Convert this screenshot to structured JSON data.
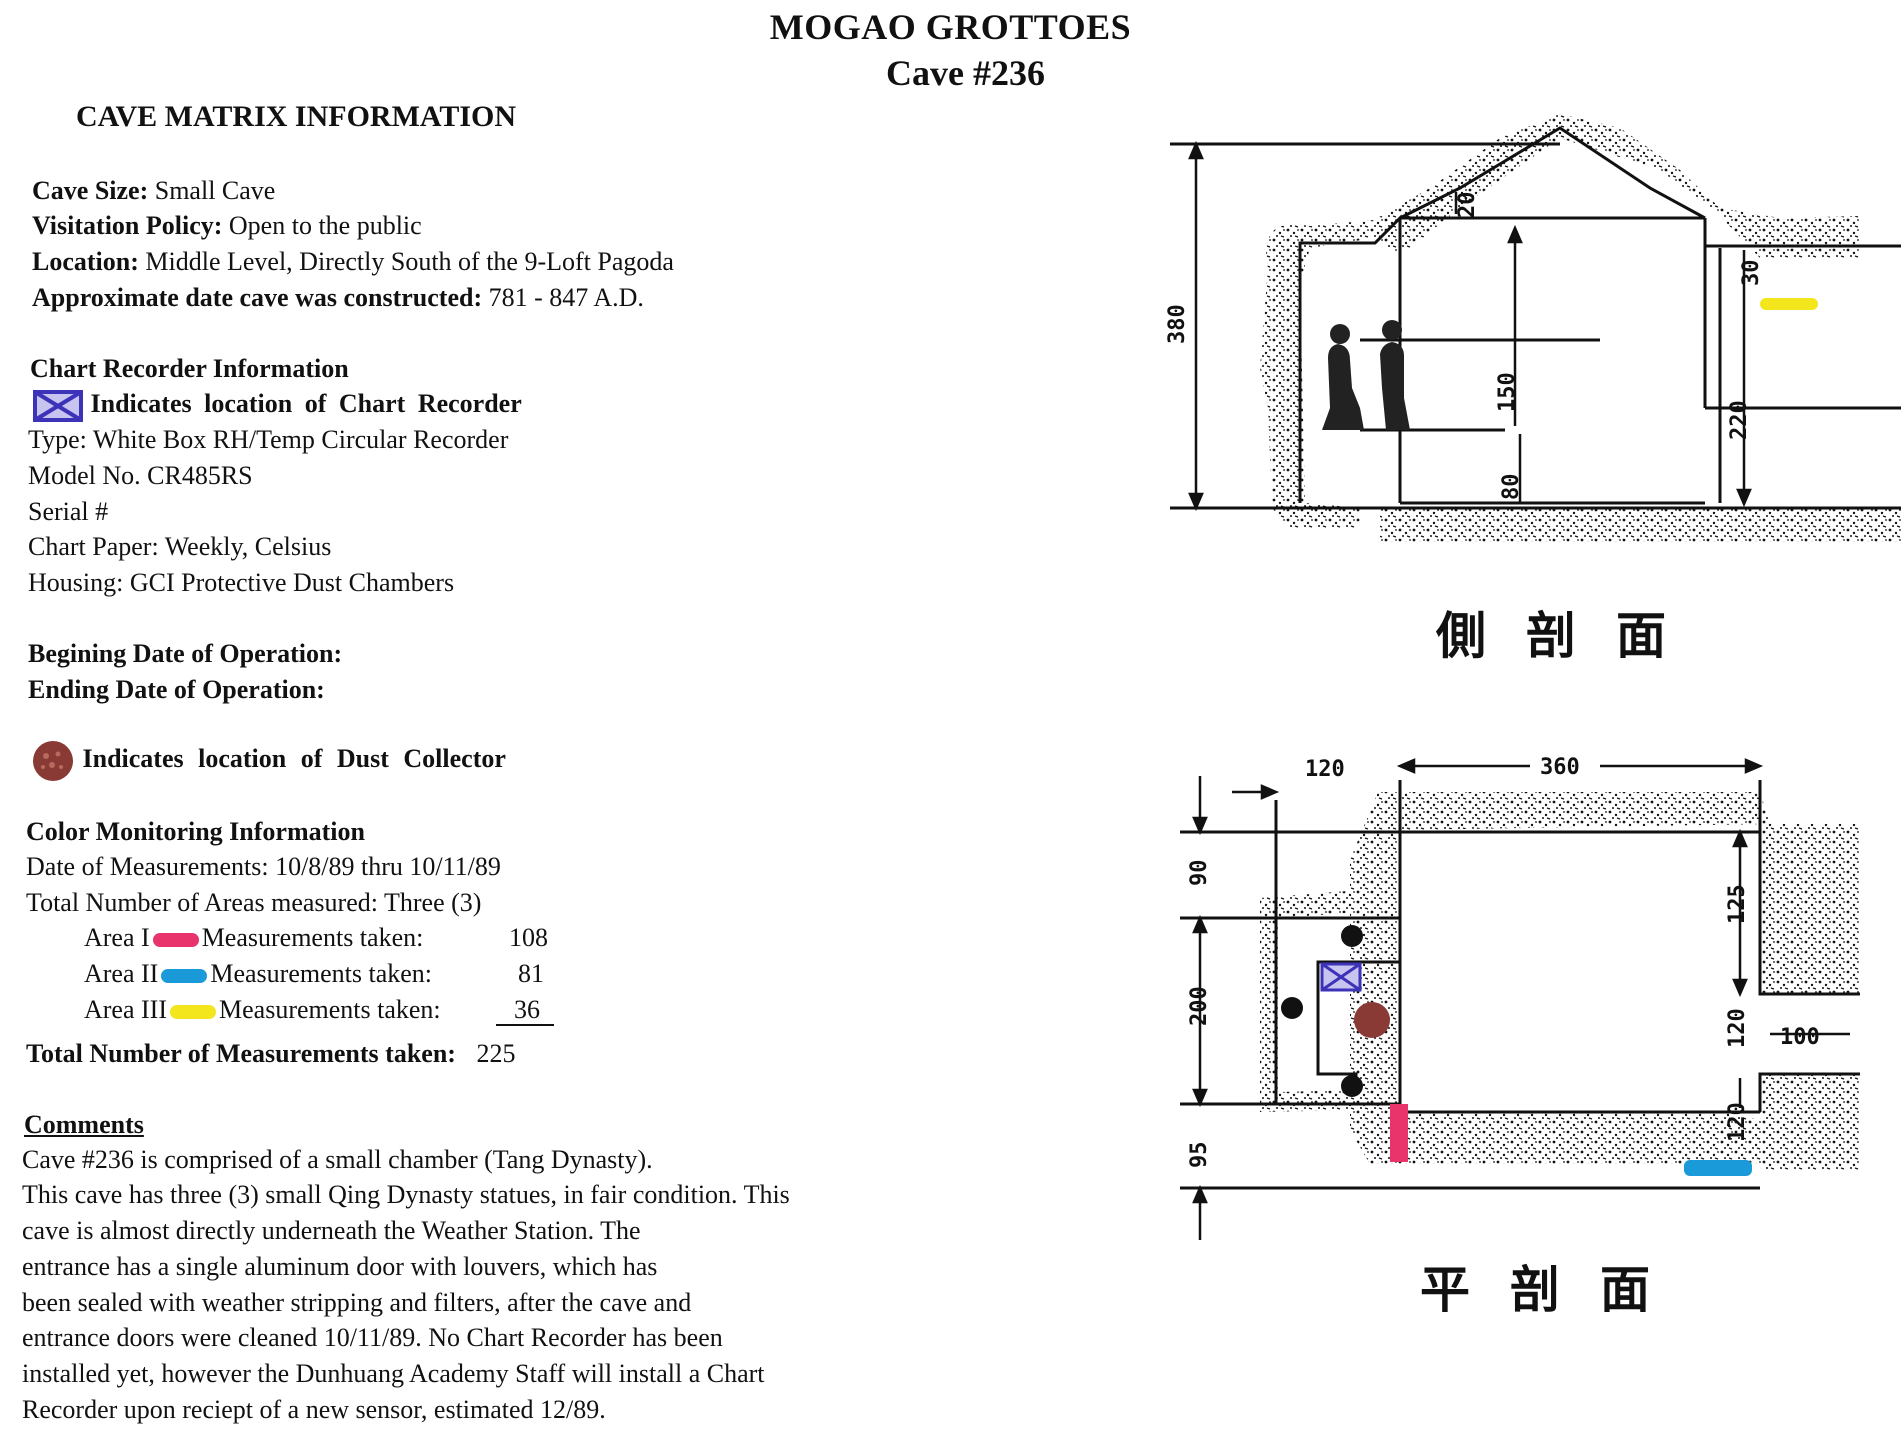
{
  "header": {
    "title": "MOGAO GROTTOES",
    "subtitle": "Cave #236"
  },
  "matrix": {
    "title": "CAVE MATRIX INFORMATION",
    "cave_size_label": "Cave Size:",
    "cave_size_value": " Small Cave",
    "visitation_label": "Visitation Policy:",
    "visitation_value": " Open to the public",
    "location_label": "Location:",
    "location_value": " Middle Level, Directly South of the 9-Loft Pagoda",
    "date_label": "Approximate date cave was constructed:",
    "date_value": " 781 - 847 A.D."
  },
  "chart_recorder": {
    "heading": "Chart Recorder Information",
    "legend_text": "Indicates location of Chart Recorder",
    "legend_icon": "chart-recorder-icon",
    "type": "Type: White Box RH/Temp Circular Recorder",
    "model": "Model No. CR485RS",
    "serial": "Serial #",
    "paper": "Chart Paper: Weekly, Celsius",
    "housing": "Housing: GCI Protective Dust Chambers"
  },
  "operation": {
    "begin": "Begining Date of Operation:",
    "end": "Ending Date of Operation:"
  },
  "dust": {
    "legend_text": "Indicates location of Dust Collector",
    "legend_icon": "dust-collector-icon"
  },
  "color_monitoring": {
    "heading": "Color Monitoring Information",
    "dates": "Date of Measurements: 10/8/89 thru 10/11/89",
    "total_areas": "Total Number of Areas measured: Three (3)",
    "areas": [
      {
        "label": "Area I",
        "measure_label": "Measurements taken:",
        "value": "108",
        "color": "#e8336b"
      },
      {
        "label": "Area II",
        "measure_label": "Measurements taken:",
        "value": "81",
        "color": "#1a9ad8"
      },
      {
        "label": "Area III",
        "measure_label": "Measurements taken:",
        "value": "36",
        "color": "#f4e61c"
      }
    ],
    "total_label": "Total Number of Measurements taken:",
    "total_value": "225"
  },
  "comments": {
    "heading": "Comments",
    "lines": [
      "Cave #236 is comprised of a small chamber (Tang Dynasty).",
      "This cave has three (3) small Qing Dynasty statues, in fair condition.  This",
      "cave is almost directly underneath the Weather Station.   The",
      "entrance has a single aluminum door with louvers, which has",
      "been sealed with weather stripping and filters, after the cave and",
      "entrance doors were cleaned 10/11/89.  No Chart Recorder has been",
      "installed yet, however the Dunhuang Academy Staff will install a Chart",
      "Recorder upon reciept of a new sensor, estimated 12/89."
    ]
  },
  "section_drawing": {
    "caption": "側剖面",
    "dims": {
      "total_height": "380",
      "roof": "20",
      "step": "30",
      "niche": "150",
      "lower": "80",
      "wall": "220"
    }
  },
  "plan_drawing": {
    "caption": "平剖面",
    "dims": {
      "niche_w": "120",
      "main_w": "360",
      "top": "90",
      "niche_h": "200",
      "bottom": "95",
      "upper": "125",
      "entrance": "120",
      "entrance_w": "100",
      "lower": "120"
    }
  }
}
